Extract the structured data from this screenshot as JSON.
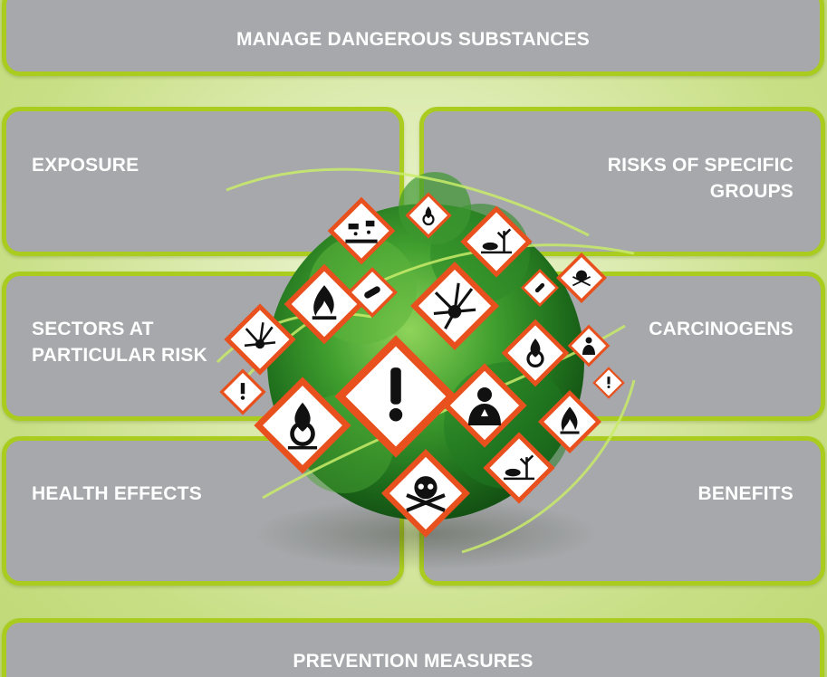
{
  "tiles": {
    "top": "MANAGE DANGEROUS SUBSTANCES",
    "exposure": "EXPOSURE",
    "risks_line1": "RISKS OF SPECIFIC",
    "risks_line2": "GROUPS",
    "sectors_line1": "SECTORS AT",
    "sectors_line2": "PARTICULAR RISK",
    "carcinogens": "CARCINOGENS",
    "health_effects": "HEALTH EFFECTS",
    "benefits": "BENEFITS",
    "bottom": "PREVENTION MEASURES"
  },
  "colors": {
    "tile_fill": "#a6a8ab",
    "tile_border": "#a9cc1f",
    "pictogram_border": "#e8501e",
    "globe_green": "#3a9a2a"
  },
  "pictograms": [
    "corrosive-icon",
    "flame-over-circle-icon",
    "environment-hazard-icon",
    "flammable-icon",
    "gas-cylinder-icon",
    "explosive-icon",
    "skull-icon",
    "exclamation-icon",
    "health-hazard-icon",
    "flame-over-circle-icon",
    "environment-hazard-icon",
    "flammable-icon"
  ]
}
